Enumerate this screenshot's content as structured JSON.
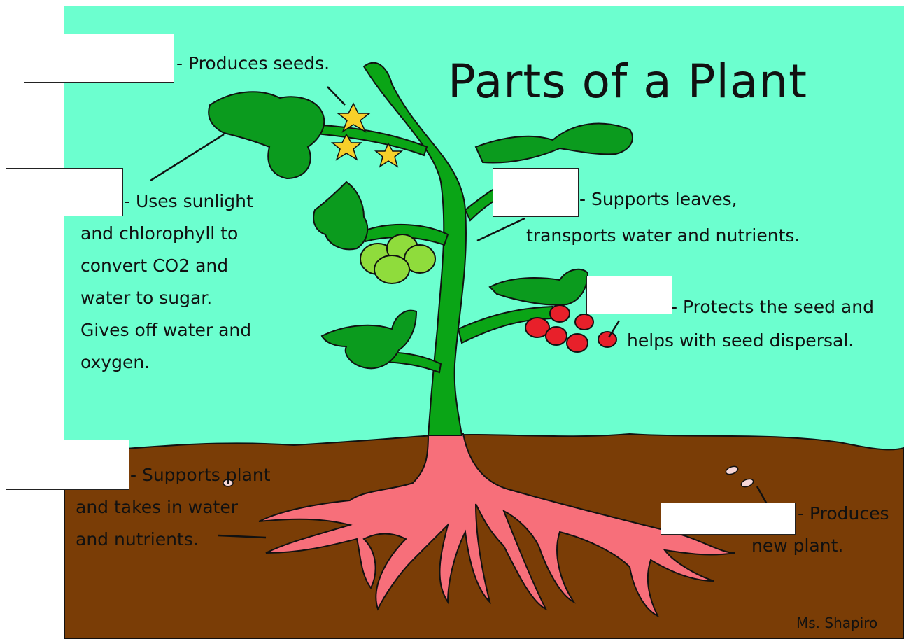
{
  "title": "Parts of a Plant",
  "credit": "Ms. Shapiro",
  "labels": {
    "flower": [
      "- Produces seeds."
    ],
    "leaf": [
      "- Uses sunlight",
      "and chlorophyll to",
      "convert CO2 and",
      "water to sugar.",
      "Gives off water and",
      "oxygen."
    ],
    "stem": [
      "- Supports leaves,",
      "transports water and nutrients."
    ],
    "fruit": [
      "- Protects the seed and",
      "helps with seed dispersal."
    ],
    "roots": [
      "- Supports plant",
      "and takes in water",
      "and nutrients."
    ],
    "seeds": [
      "- Produces",
      "new plant."
    ]
  },
  "blanks": {
    "flower": "",
    "leaf": "",
    "stem": "",
    "fruit": "",
    "roots": "",
    "seeds": ""
  },
  "colors": {
    "sky": "#6cffcf",
    "soil": "#7a3d06",
    "leaf": "#0b9b1e",
    "stem": "#0aa516",
    "root": "#f76f7a",
    "fruit": "#e8202a",
    "flower": "#f7d02a",
    "young_fruit": "#8fdc3c"
  }
}
